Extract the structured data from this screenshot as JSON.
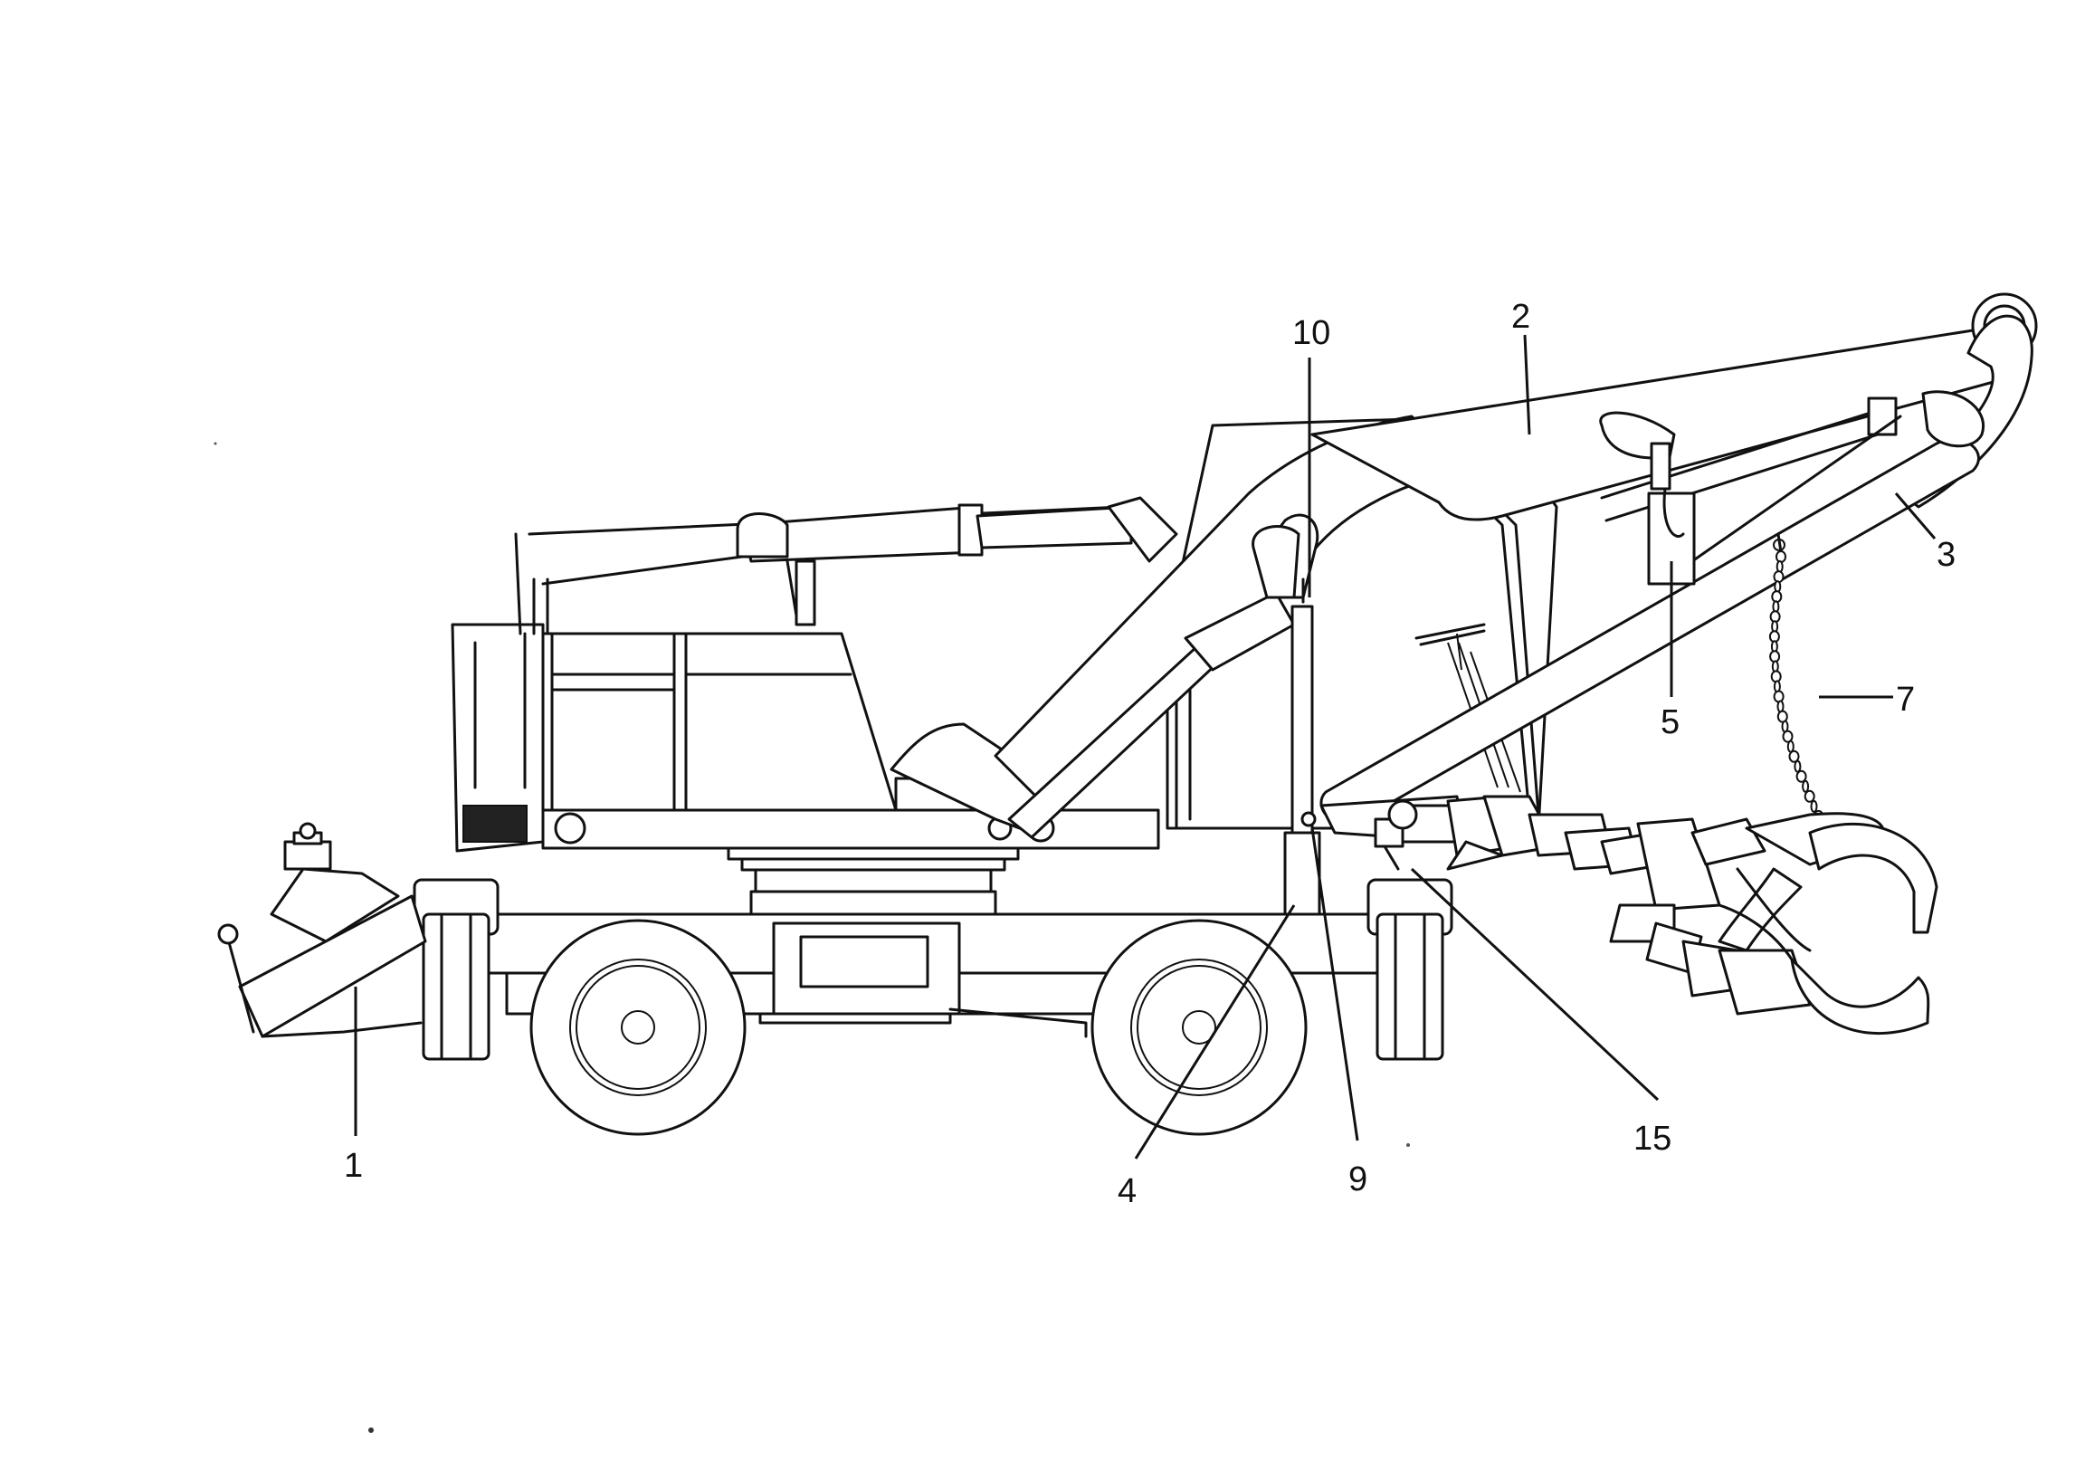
{
  "callouts": [
    {
      "id": "1",
      "label": "1"
    },
    {
      "id": "2",
      "label": "2"
    },
    {
      "id": "3",
      "label": "3"
    },
    {
      "id": "4",
      "label": "4"
    },
    {
      "id": "5",
      "label": "5"
    },
    {
      "id": "7",
      "label": "7"
    },
    {
      "id": "9",
      "label": "9"
    },
    {
      "id": "10",
      "label": "10"
    },
    {
      "id": "15",
      "label": "15"
    }
  ]
}
